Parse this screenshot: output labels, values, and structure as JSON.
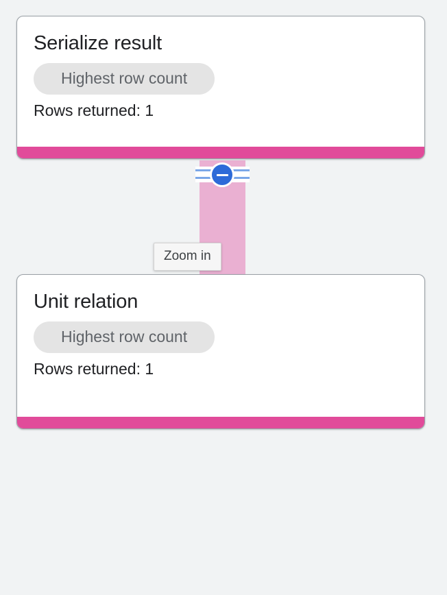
{
  "canvas": {
    "background_color": "#f1f3f4"
  },
  "tooltip": {
    "label": "Zoom in"
  },
  "connector": {
    "color": "#eab0d2",
    "toggle_icon": "minus-circle-icon",
    "toggle_color": "#2d6ad8",
    "stripe_color": "#7ba7e8"
  },
  "nodes": [
    {
      "title": "Serialize result",
      "badge": "Highest row count",
      "meta": "Rows returned: 1",
      "accent_color": "#e14b9a"
    },
    {
      "title": "Unit relation",
      "badge": "Highest row count",
      "meta": "Rows returned: 1",
      "accent_color": "#e14b9a"
    }
  ]
}
